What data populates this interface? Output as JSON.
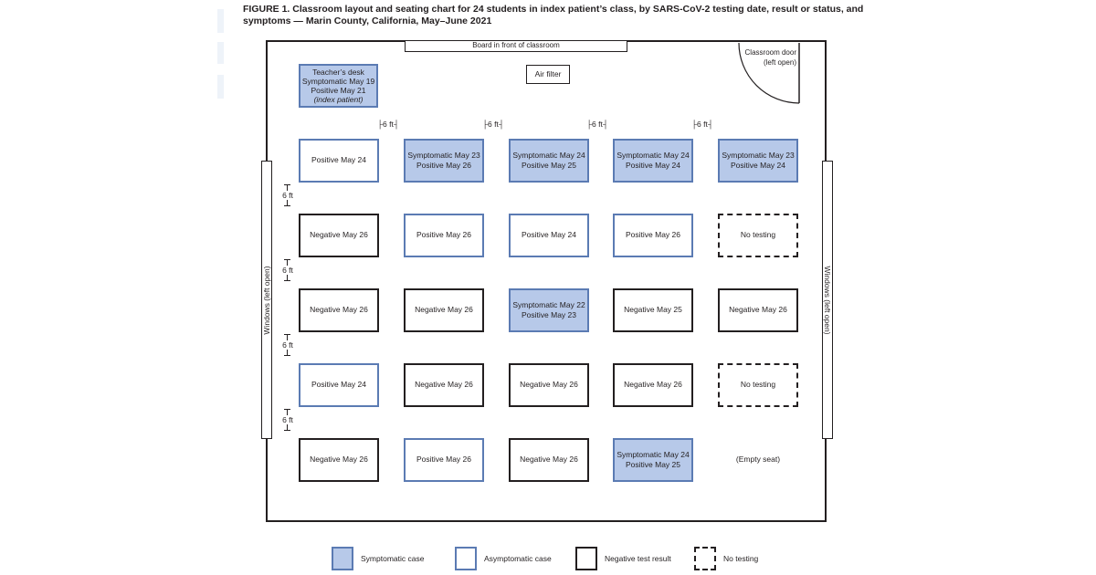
{
  "title": "FIGURE 1. Classroom layout and seating chart for 24 students in index patient’s class, by SARS-CoV-2 testing date, result or status, and symptoms — Marin County, California, May–June 2021",
  "board_label": "Board in front of classroom",
  "door_label_1": "Classroom door",
  "door_label_2": "(left open)",
  "air_filter_label": "Air filter",
  "left_window_label": "Windows (left open)",
  "right_window_label": "Windows (left open)",
  "teacher_desk": {
    "line1": "Teacher’s desk",
    "line2": "Symptomatic May 19",
    "line3": "Positive May 21",
    "line4": "(index patient)"
  },
  "distance_label": "6 ft",
  "colors": {
    "symptomatic_fill": "#b7c9e9",
    "case_border": "#5b7bb3",
    "negative_border": "#231f20"
  },
  "seats": [
    [
      {
        "status": "asymptomatic",
        "lines": [
          "Positive May 24"
        ]
      },
      {
        "status": "symptomatic",
        "lines": [
          "Symptomatic May 23",
          "Positive May 26"
        ]
      },
      {
        "status": "symptomatic",
        "lines": [
          "Symptomatic May 24",
          "Positive May 25"
        ]
      },
      {
        "status": "symptomatic",
        "lines": [
          "Symptomatic May 24",
          "Positive May 24"
        ]
      },
      {
        "status": "symptomatic",
        "lines": [
          "Symptomatic May 23",
          "Positive May 24"
        ]
      }
    ],
    [
      {
        "status": "negative",
        "lines": [
          "Negative May 26"
        ]
      },
      {
        "status": "asymptomatic",
        "lines": [
          "Positive May 26"
        ]
      },
      {
        "status": "asymptomatic",
        "lines": [
          "Positive May 24"
        ]
      },
      {
        "status": "asymptomatic",
        "lines": [
          "Positive May 26"
        ]
      },
      {
        "status": "notest",
        "lines": [
          "No testing"
        ]
      }
    ],
    [
      {
        "status": "negative",
        "lines": [
          "Negative May 26"
        ]
      },
      {
        "status": "negative",
        "lines": [
          "Negative May 26"
        ]
      },
      {
        "status": "symptomatic",
        "lines": [
          "Symptomatic May 22",
          "Positive May 23"
        ]
      },
      {
        "status": "negative",
        "lines": [
          "Negative May 25"
        ]
      },
      {
        "status": "negative",
        "lines": [
          "Negative May 26"
        ]
      }
    ],
    [
      {
        "status": "asymptomatic",
        "lines": [
          "Positive May 24"
        ]
      },
      {
        "status": "negative",
        "lines": [
          "Negative May 26"
        ]
      },
      {
        "status": "negative",
        "lines": [
          "Negative May 26"
        ]
      },
      {
        "status": "negative",
        "lines": [
          "Negative May 26"
        ]
      },
      {
        "status": "notest",
        "lines": [
          "No testing"
        ]
      }
    ],
    [
      {
        "status": "negative",
        "lines": [
          "Negative May 26"
        ]
      },
      {
        "status": "asymptomatic",
        "lines": [
          "Positive May 26"
        ]
      },
      {
        "status": "negative",
        "lines": [
          "Negative May 26"
        ]
      },
      {
        "status": "symptomatic",
        "lines": [
          "Symptomatic May 24",
          "Positive May 25"
        ]
      },
      {
        "status": "empty",
        "lines": [
          "(Empty seat)"
        ]
      }
    ]
  ],
  "legend": [
    {
      "status": "symptomatic",
      "label": "Symptomatic case"
    },
    {
      "status": "asymptomatic",
      "label": "Asymptomatic case"
    },
    {
      "status": "negative",
      "label": "Negative test result"
    },
    {
      "status": "notest",
      "label": "No testing"
    }
  ]
}
